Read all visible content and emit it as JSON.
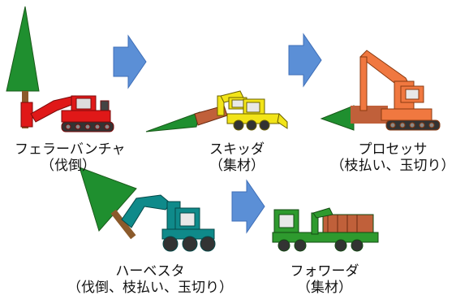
{
  "machines": [
    {
      "id": "feller-buncher",
      "name": "フェラーバンチャ",
      "function": "（伐倒）",
      "color": "#e01818"
    },
    {
      "id": "skidder",
      "name": "スキッダ",
      "function": "（集材）",
      "color": "#f2e418"
    },
    {
      "id": "processor",
      "name": "プロセッサ",
      "function": "（枝払い、玉切り）",
      "color": "#f07840"
    },
    {
      "id": "harvester",
      "name": "ハーベスタ",
      "function": "（伐倒、枝払い、玉切り）",
      "color": "#0f8a8a"
    },
    {
      "id": "forwarder",
      "name": "フォワーダ",
      "function": "（集材）",
      "color": "#2e9a2e"
    }
  ],
  "colors": {
    "arrow": "#5b8fd6",
    "arrow_stroke": "#3f6fb8",
    "tree": "#1f8f2f",
    "trunk": "#8b5a2b",
    "log": "#c0603a"
  }
}
